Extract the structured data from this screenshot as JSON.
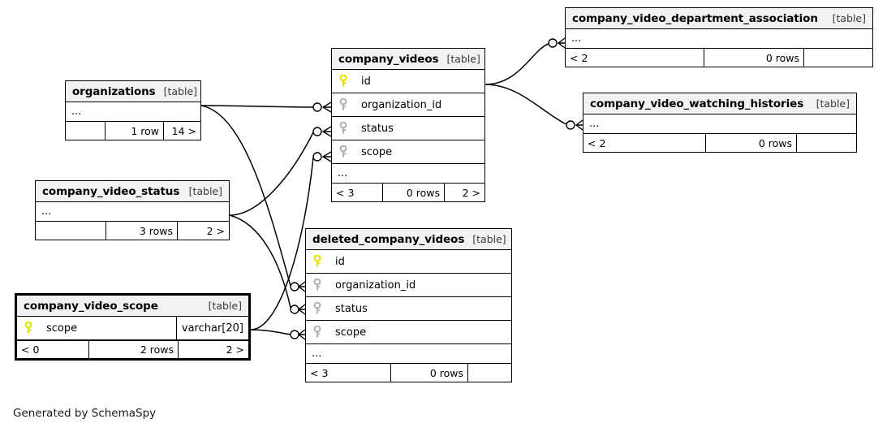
{
  "meta": {
    "generator_text": "Generated by SchemaSpy",
    "kind_label": "[table]",
    "ellipsis": "...",
    "colors": {
      "primary_key": "#e3e300",
      "foreign_key": "#b3b3b3",
      "header_bg": "#f2f2f2",
      "border": "#000000",
      "canvas": "#ffffff"
    }
  },
  "tables": [
    {
      "id": "organizations",
      "name": "organizations",
      "kind": "[table]",
      "focal": false,
      "columns": [],
      "has_ellipsis_row": true,
      "footer": {
        "left": "",
        "middle": "1 row",
        "right": "14 >"
      }
    },
    {
      "id": "company_video_status",
      "name": "company_video_status",
      "kind": "[table]",
      "focal": false,
      "columns": [],
      "has_ellipsis_row": true,
      "footer": {
        "left": "",
        "middle": "3 rows",
        "right": "2 >"
      }
    },
    {
      "id": "company_video_scope",
      "name": "company_video_scope",
      "kind": "[table]",
      "focal": true,
      "columns": [
        {
          "name": "scope",
          "key": "primary",
          "type": "varchar[20]"
        }
      ],
      "has_ellipsis_row": false,
      "footer": {
        "left": "< 0",
        "middle": "2 rows",
        "right": "2 >"
      }
    },
    {
      "id": "company_videos",
      "name": "company_videos",
      "kind": "[table]",
      "focal": false,
      "columns": [
        {
          "name": "id",
          "key": "primary",
          "type": ""
        },
        {
          "name": "organization_id",
          "key": "foreign",
          "type": ""
        },
        {
          "name": "status",
          "key": "foreign",
          "type": ""
        },
        {
          "name": "scope",
          "key": "foreign",
          "type": ""
        }
      ],
      "has_ellipsis_row": true,
      "footer": {
        "left": "< 3",
        "middle": "0 rows",
        "right": "2 >"
      }
    },
    {
      "id": "deleted_company_videos",
      "name": "deleted_company_videos",
      "kind": "[table]",
      "focal": false,
      "columns": [
        {
          "name": "id",
          "key": "primary",
          "type": ""
        },
        {
          "name": "organization_id",
          "key": "foreign",
          "type": ""
        },
        {
          "name": "status",
          "key": "foreign",
          "type": ""
        },
        {
          "name": "scope",
          "key": "foreign",
          "type": ""
        }
      ],
      "has_ellipsis_row": true,
      "footer": {
        "left": "< 3",
        "middle": "0 rows",
        "right": ""
      }
    },
    {
      "id": "company_video_department_association",
      "name": "company_video_department_association",
      "kind": "[table]",
      "focal": false,
      "columns": [],
      "has_ellipsis_row": true,
      "footer": {
        "left": "< 2",
        "middle": "0 rows",
        "right": ""
      }
    },
    {
      "id": "company_video_watching_histories",
      "name": "company_video_watching_histories",
      "kind": "[table]",
      "focal": false,
      "columns": [],
      "has_ellipsis_row": true,
      "footer": {
        "left": "< 2",
        "middle": "0 rows",
        "right": ""
      }
    }
  ],
  "relationships": [
    {
      "from": "organizations",
      "to": "company_videos.organization_id"
    },
    {
      "from": "organizations",
      "to": "deleted_company_videos.organization_id"
    },
    {
      "from": "company_video_status",
      "to": "company_videos.status"
    },
    {
      "from": "company_video_status",
      "to": "deleted_company_videos.status"
    },
    {
      "from": "company_video_scope",
      "to": "company_videos.scope"
    },
    {
      "from": "company_video_scope",
      "to": "deleted_company_videos.scope"
    },
    {
      "from": "company_videos.id",
      "to": "company_video_department_association"
    },
    {
      "from": "company_videos.id",
      "to": "company_video_watching_histories"
    }
  ]
}
